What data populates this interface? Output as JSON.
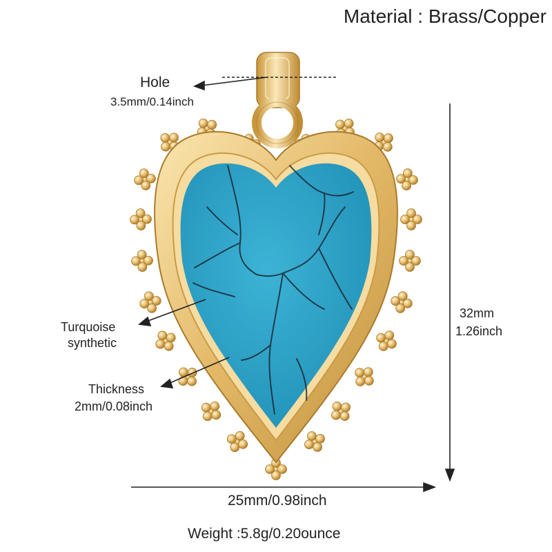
{
  "material": "Material : Brass/Copper",
  "hole": {
    "title": "Hole",
    "size": "3.5mm/0.14inch"
  },
  "stone": {
    "line1": "Turquoise",
    "line2": "synthetic"
  },
  "thickness": {
    "line1": "Thickness",
    "line2": "2mm/0.08inch"
  },
  "height": {
    "mm": "32mm",
    "inch": "1.26inch"
  },
  "width": "25mm/0.98inch",
  "weight": "Weight :5.8g/0.20ounce",
  "colors": {
    "gold": "#e8c070",
    "gold_dark": "#b8862e",
    "turquoise": "#2a9fc4",
    "vein": "#1a2a35"
  }
}
